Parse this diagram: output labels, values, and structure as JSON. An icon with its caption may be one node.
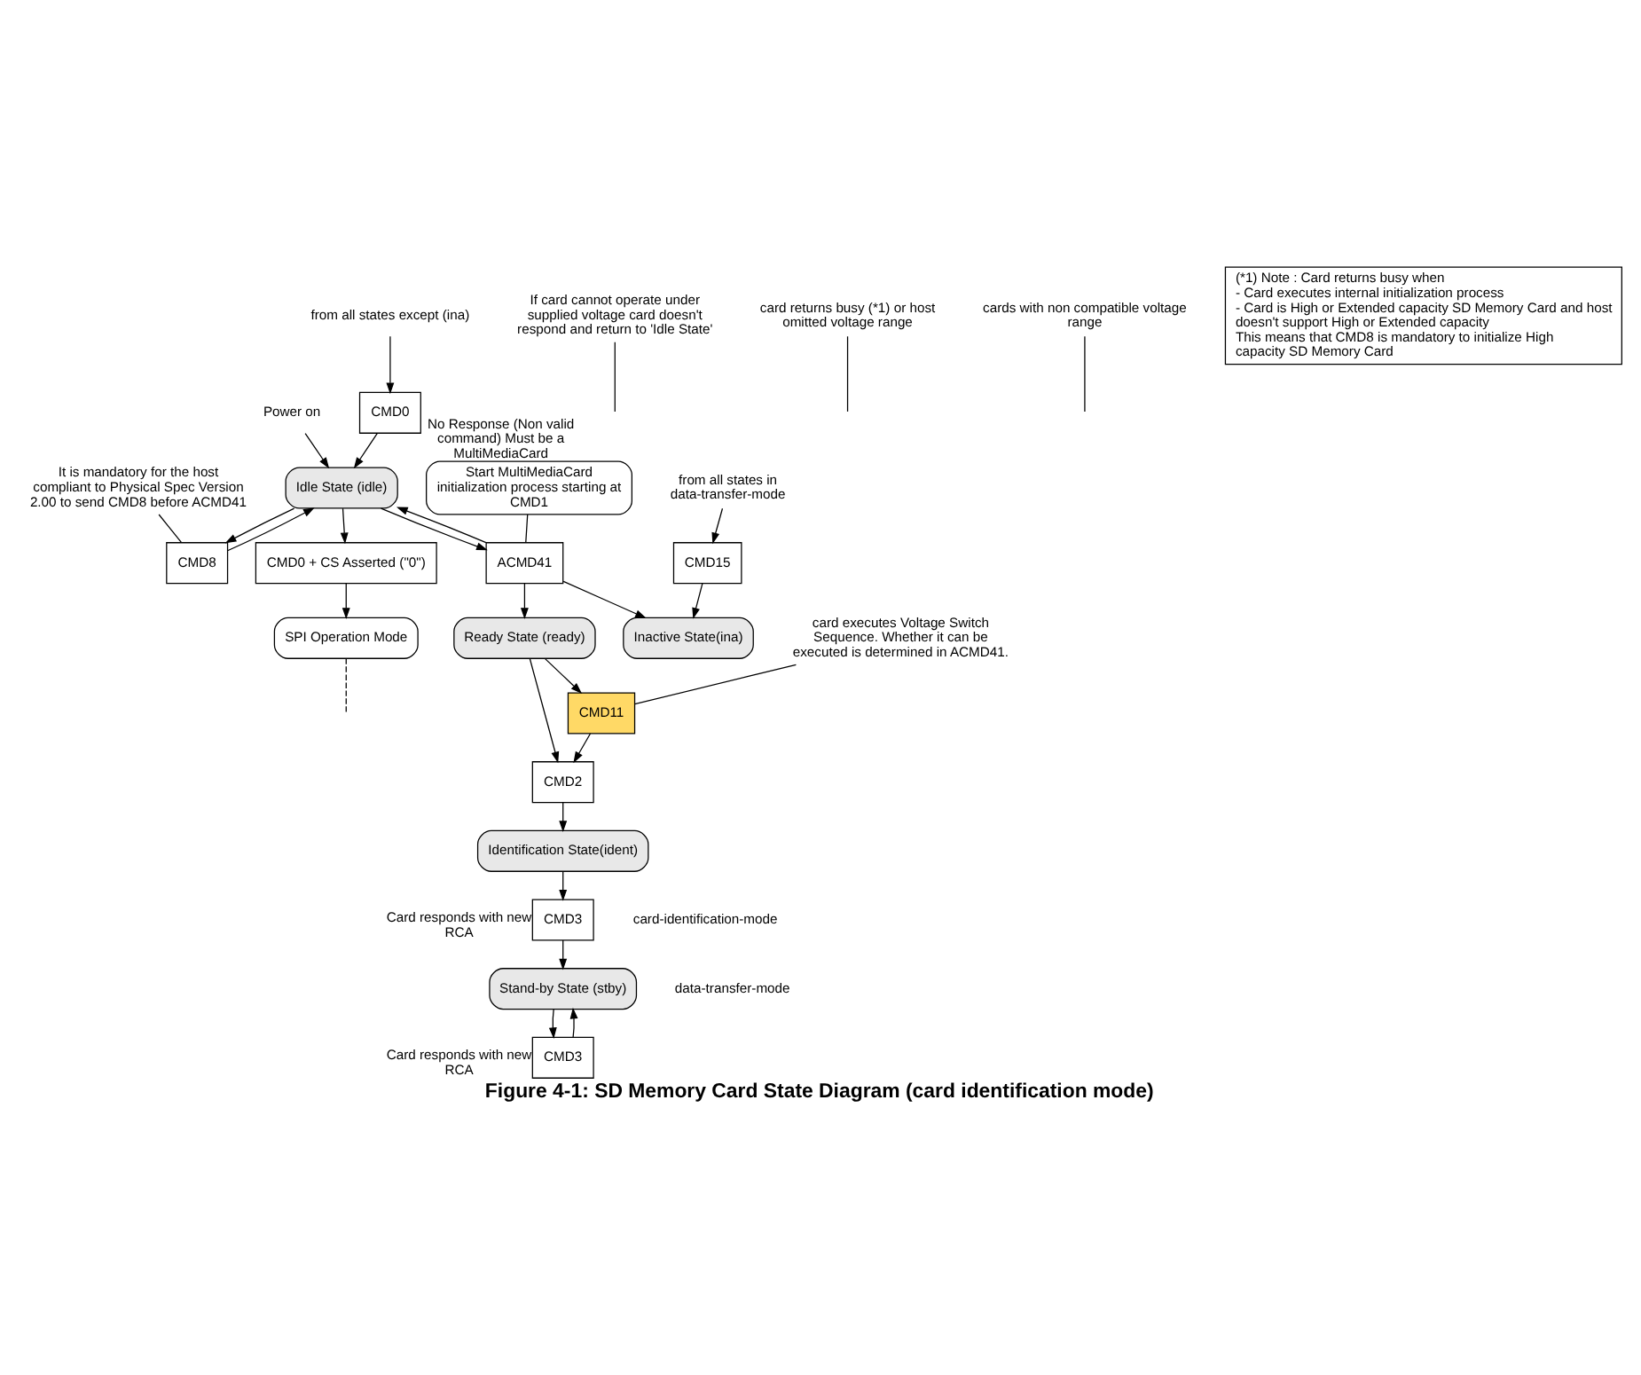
{
  "diagram": {
    "title": "Figure 4-1: SD Memory Card State Diagram (card identification mode)",
    "nodes": [
      {
        "text": [
          "Power on"
        ]
      },
      {
        "text": [
          "Idle State (idle)"
        ]
      },
      {
        "text": [
          "CMD0 + CS Asserted (\"0\")"
        ]
      },
      {
        "text": [
          "SPI Operation Mode"
        ]
      },
      {
        "text": [
          "CMD0"
        ]
      },
      {
        "text": [
          "from all states except (ina)"
        ]
      },
      {
        "text": [
          "CMD8"
        ]
      },
      {
        "text": [
          "ACMD41"
        ]
      },
      {
        "text": [
          "Inactive State(ina)"
        ]
      },
      {
        "text": [
          "CMD15"
        ]
      },
      {
        "text": [
          "from all states in data-transfer-mode"
        ]
      },
      {
        "text": [
          "Ready State (ready)"
        ]
      },
      {
        "text": [
          "CMD11"
        ]
      },
      {
        "text": [
          "CMD2"
        ]
      },
      {
        "text": [
          "Identification State(ident)"
        ]
      },
      {
        "text": [
          "CMD3"
        ],
        "beside": [
          "Card responds with new RCA"
        ]
      },
      {
        "text": [
          "Stand-by State (stby)"
        ]
      },
      {
        "text": [
          "CMD3"
        ],
        "beside": [
          "Card responds with new RCA"
        ]
      },
      {
        "text": [
          "Start MultiMediaCard initialization process starting at CMD1"
        ],
        "beside": [
          "No Response (Non valid command) Must be a MultiMediaCard"
        ]
      },
      {
        "text": [
          "If card cannot operate under supplied voltage card doesn't respond and return to 'Idle State'"
        ]
      },
      {
        "text": [
          "It is mandatory for the host compliant to Physical Spec Version 2.00 to send CMD8 before ACMD41"
        ]
      },
      {
        "text": [
          "card returns busy (*1) or host omitted voltage range"
        ]
      },
      {
        "text": [
          "cards with non compatible voltage range"
        ]
      },
      {
        "text": [
          "card executes Voltage Switch Sequence. Whether it can be executed is determined in ACMD41."
        ]
      },
      {
        "text": [
          "(*1) Note : Card returns busy when",
          "- Card executes internal initialization process",
          "- Card is High or Extended capacity SD Memory Card and host doesn't support High or Extended capacity",
          "This means that CMD8 is mandatory to initialize High capacity SD Memory Card"
        ]
      }
    ],
    "edges": [
      {
        "from": 0,
        "to": 1,
        "arrow": "to"
      },
      {
        "from": 1,
        "to": 2,
        "arrow": "to"
      },
      {
        "from": 2,
        "to": 3,
        "arrow": "to"
      },
      {
        "from": 3,
        "to": null,
        "arrow": "none",
        "style": "dashed"
      },
      {
        "from": 5,
        "to": 4,
        "arrow": "to"
      },
      {
        "from": 4,
        "to": 1,
        "arrow": "to"
      },
      {
        "from": 1,
        "to": 6,
        "arrow": "to"
      },
      {
        "from": 6,
        "to": 1,
        "arrow": "to"
      },
      {
        "from": 1,
        "to": 7,
        "arrow": "to"
      },
      {
        "from": 7,
        "to": 1,
        "arrow": "to"
      },
      {
        "from": 7,
        "to": 8,
        "arrow": "to"
      },
      {
        "from": 9,
        "to": 8,
        "arrow": "to"
      },
      {
        "from": 10,
        "to": 9,
        "arrow": "to"
      },
      {
        "from": 7,
        "to": 11,
        "arrow": "to"
      },
      {
        "from": 11,
        "to": 12,
        "arrow": "to"
      },
      {
        "from": 11,
        "to": 13,
        "arrow": "to"
      },
      {
        "from": 12,
        "to": 13,
        "arrow": "to"
      },
      {
        "from": 13,
        "to": 14,
        "arrow": "to"
      },
      {
        "from": 14,
        "to": 15,
        "arrow": "to"
      },
      {
        "from": 15,
        "to": 16,
        "arrow": "to"
      },
      {
        "from": 16,
        "to": 17,
        "arrow": "to"
      },
      {
        "from": 17,
        "to": 16,
        "arrow": "to"
      },
      {
        "from": 18,
        "to": 7,
        "arrow": "none"
      },
      {
        "from": 19,
        "to": null,
        "arrow": "none"
      },
      {
        "from": 20,
        "to": 6,
        "arrow": "none"
      },
      {
        "from": 21,
        "to": null,
        "arrow": "none"
      },
      {
        "from": 22,
        "to": null,
        "arrow": "none"
      },
      {
        "from": 23,
        "to": 12,
        "arrow": "none"
      }
    ],
    "labels": [
      "card-identification-mode",
      "data-transfer-mode"
    ]
  }
}
